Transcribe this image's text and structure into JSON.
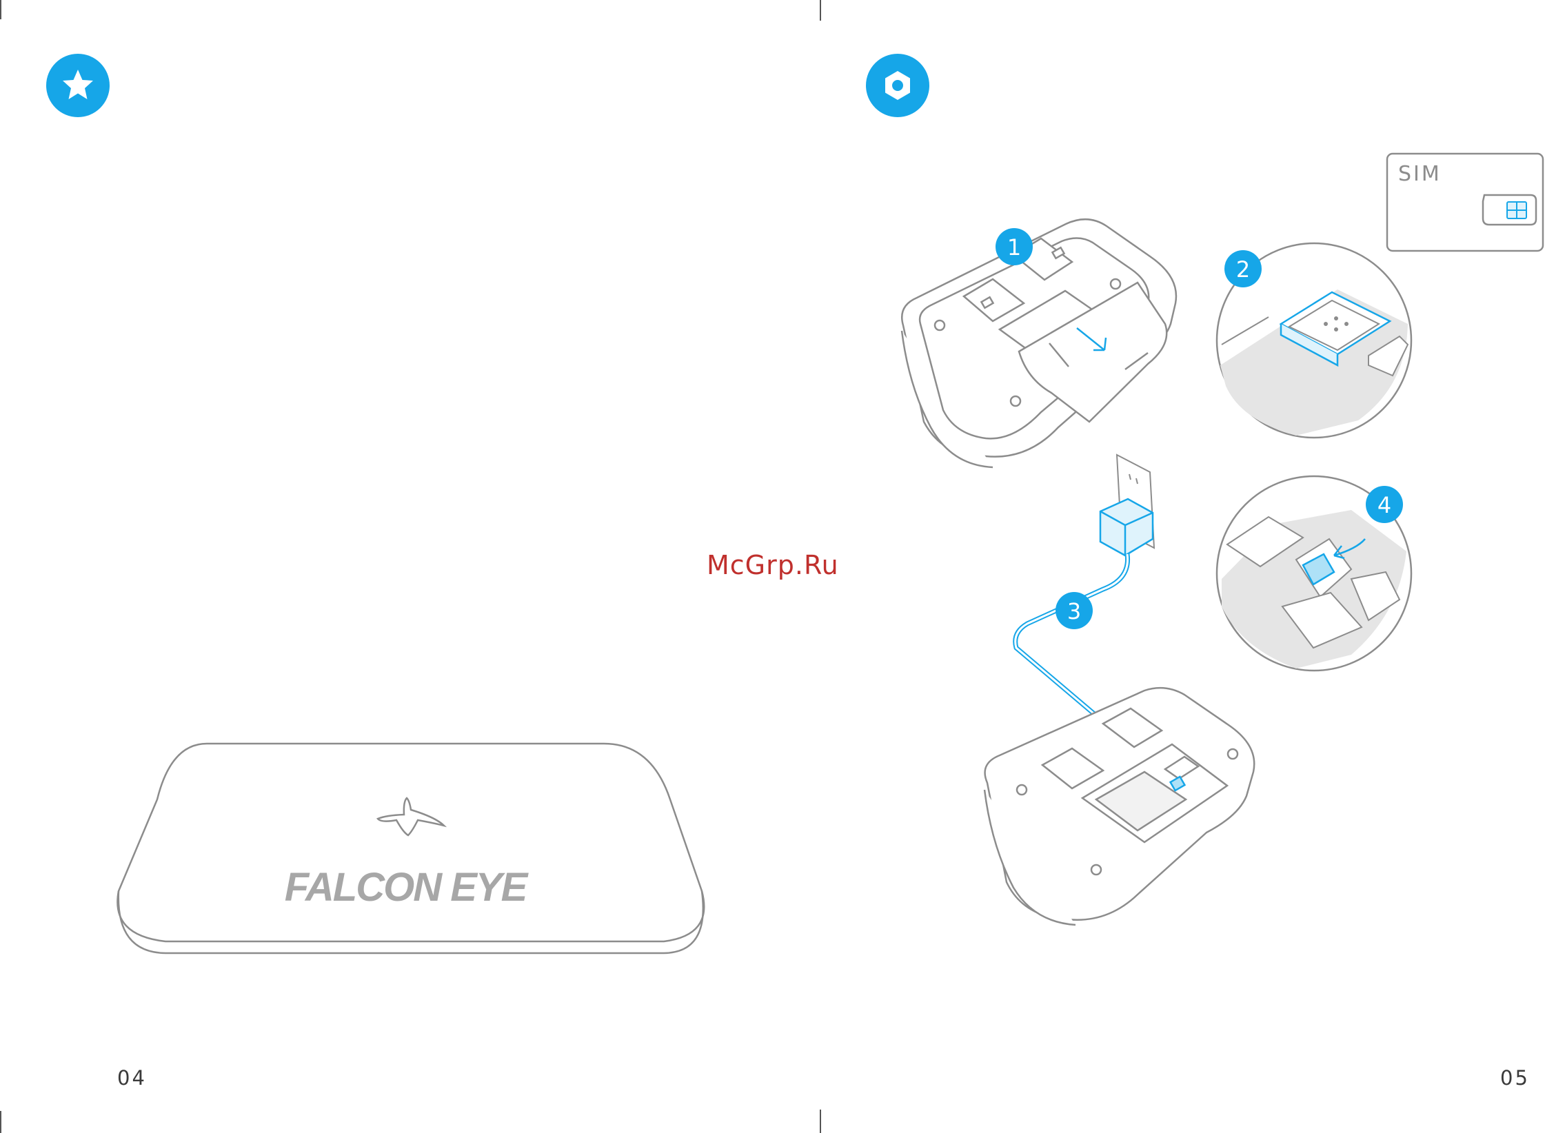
{
  "spread": {
    "left_page": {
      "page_number": "04",
      "icon": "star-icon",
      "device_logo": "FALCON EYE"
    },
    "right_page": {
      "page_number": "05",
      "icon": "gear-hex-icon",
      "sim_card_label": "SIM",
      "steps": [
        "1",
        "2",
        "3",
        "4"
      ]
    },
    "watermark": "McGrp.Ru"
  },
  "colors": {
    "accent": "#16a6e8",
    "line": "#8c8c8c",
    "watermark": "#c0302d"
  }
}
